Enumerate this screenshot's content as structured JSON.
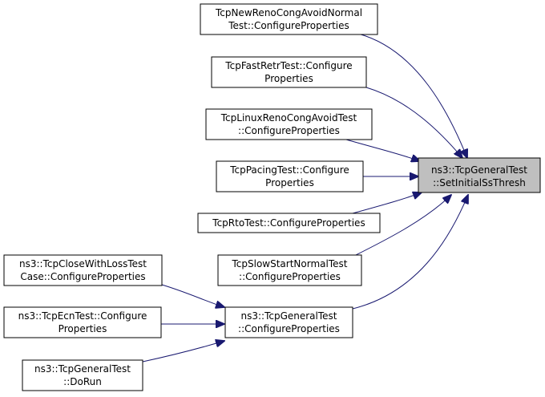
{
  "graph": {
    "colors": {
      "edge": "#191970",
      "node_border": "#000000",
      "node_fill": "#ffffff",
      "focus_fill": "#bfbfbf"
    },
    "nodes": {
      "set_initial_ssthresh": {
        "lines": [
          "ns3::TcpGeneralTest",
          "::SetInitialSsThresh"
        ]
      },
      "newreno": {
        "lines": [
          "TcpNewRenoCongAvoidNormal",
          "Test::ConfigureProperties"
        ]
      },
      "fastretr": {
        "lines": [
          "TcpFastRetrTest::Configure",
          "Properties"
        ]
      },
      "linuxreno": {
        "lines": [
          "TcpLinuxRenoCongAvoidTest",
          "::ConfigureProperties"
        ]
      },
      "pacing": {
        "lines": [
          "TcpPacingTest::Configure",
          "Properties"
        ]
      },
      "rto": {
        "lines": [
          "TcpRtoTest::ConfigureProperties"
        ]
      },
      "slowstart": {
        "lines": [
          "TcpSlowStartNormalTest",
          "::ConfigureProperties"
        ]
      },
      "general_configure": {
        "lines": [
          "ns3::TcpGeneralTest",
          "::ConfigureProperties"
        ]
      },
      "closewithloss": {
        "lines": [
          "ns3::TcpCloseWithLossTest",
          "Case::ConfigureProperties"
        ]
      },
      "ecn": {
        "lines": [
          "ns3::TcpEcnTest::Configure",
          "Properties"
        ]
      },
      "dorun": {
        "lines": [
          "ns3::TcpGeneralTest",
          "::DoRun"
        ]
      }
    }
  }
}
